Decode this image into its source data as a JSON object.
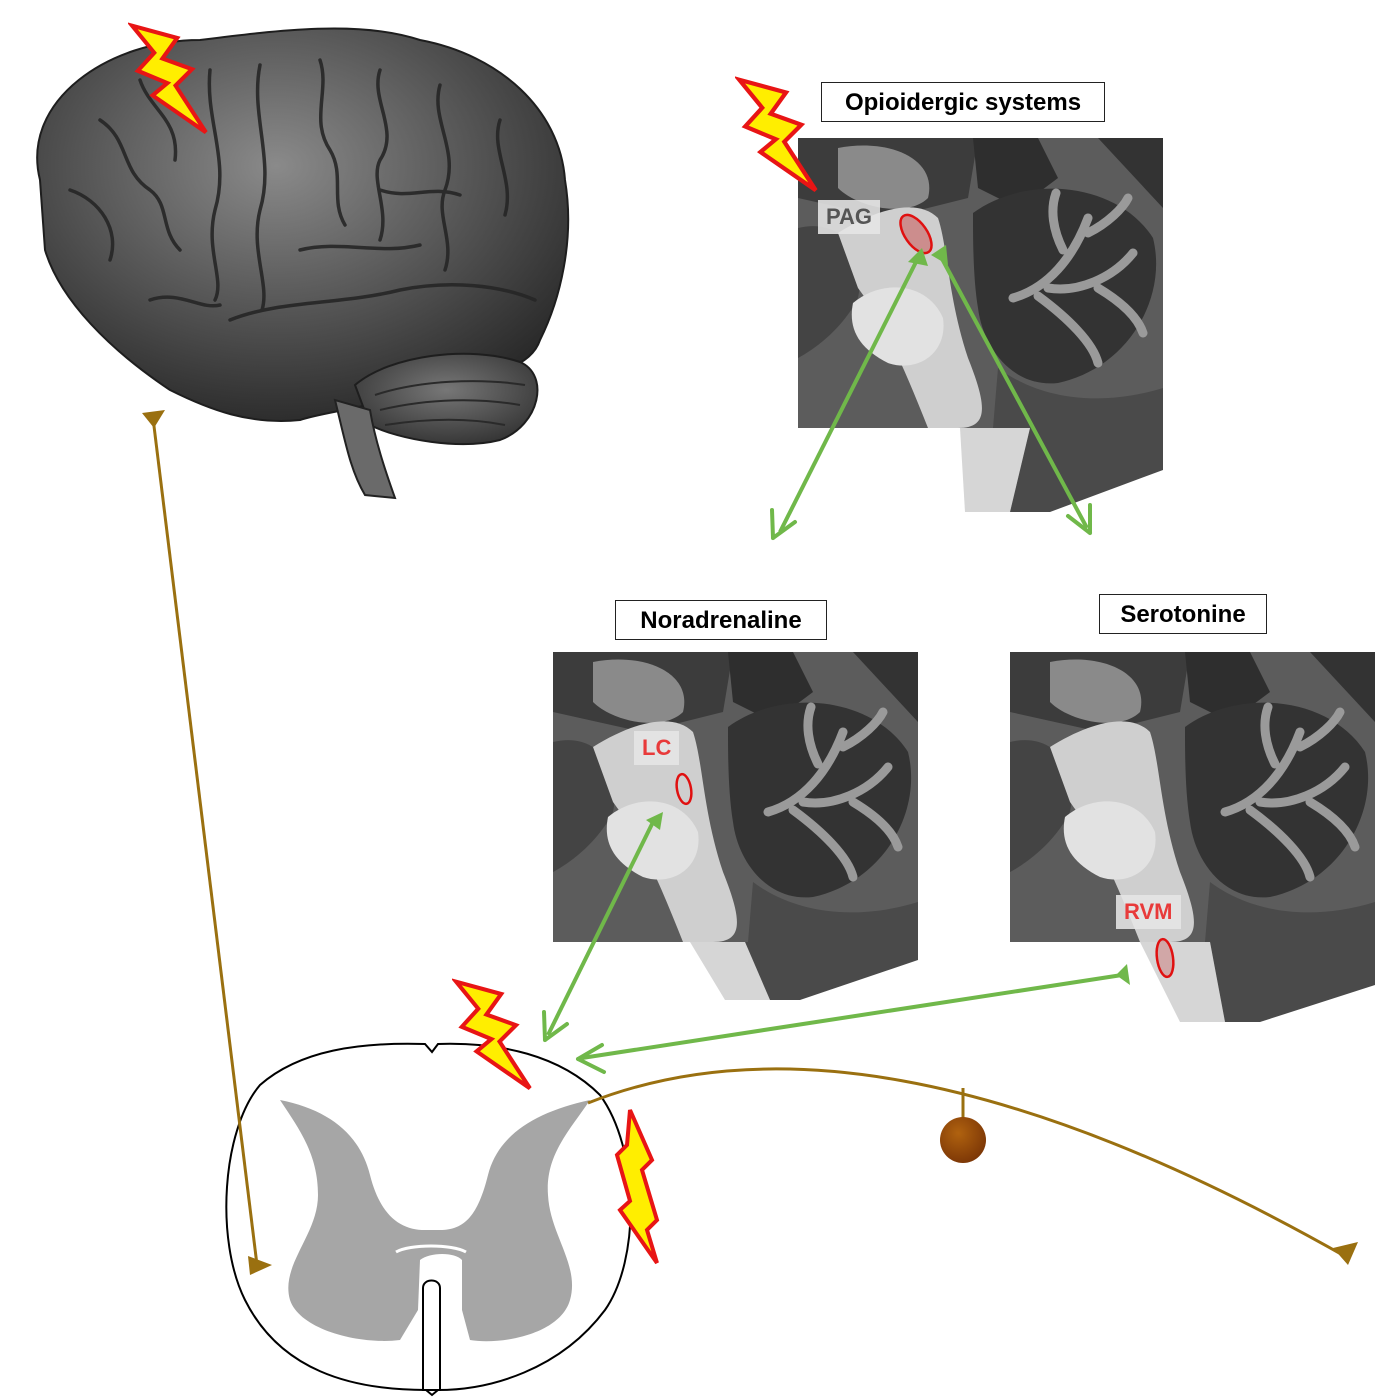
{
  "titles": {
    "opioid": "Opioidergic systems",
    "noradrenaline": "Noradrenaline",
    "serotonine": "Serotonine"
  },
  "regions": {
    "pag": "PAG",
    "lc": "LC",
    "rvm": "RVM"
  },
  "colors": {
    "descending_arrow": "#70b84a",
    "nerve_fiber": "#9a7010",
    "ganglion": "#8a3f08",
    "gray_matter": "#a6a6a6",
    "region_outline": "#e01010",
    "lightning_fill": "#ffee00",
    "lightning_stroke": "#e81515",
    "brain": "#4a4a4a"
  },
  "icons": [
    "lightning-bolt-icon",
    "brain-illustration",
    "brainstem-mri-slice",
    "spinal-cord-cross-section",
    "dorsal-root-ganglion"
  ]
}
